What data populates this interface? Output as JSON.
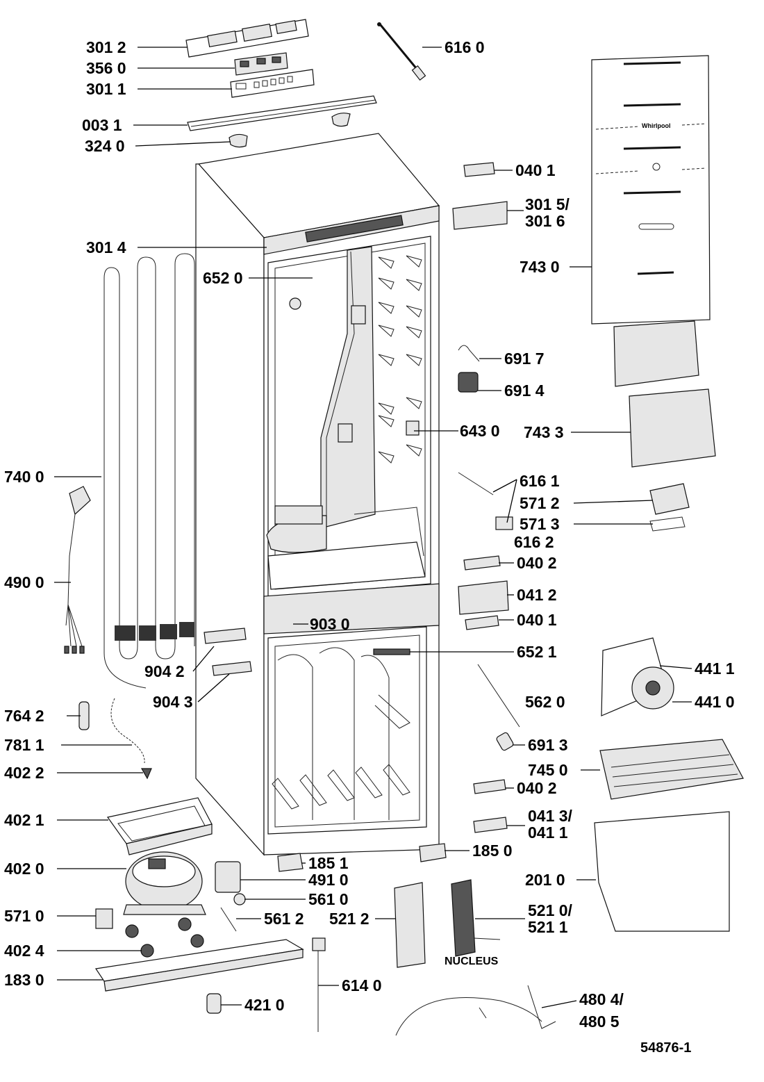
{
  "diagram": {
    "labels": [
      {
        "id": "3012",
        "text": "301 2"
      },
      {
        "id": "3560",
        "text": "356 0"
      },
      {
        "id": "3011",
        "text": "301 1"
      },
      {
        "id": "0031",
        "text": "003 1"
      },
      {
        "id": "3240",
        "text": "324 0"
      },
      {
        "id": "6160",
        "text": "616 0"
      },
      {
        "id": "0401a",
        "text": "040 1"
      },
      {
        "id": "3015a",
        "text": "301 5/"
      },
      {
        "id": "3015b",
        "text": "301 6"
      },
      {
        "id": "3014",
        "text": "301 4"
      },
      {
        "id": "6520",
        "text": "652 0"
      },
      {
        "id": "7430",
        "text": "743 0"
      },
      {
        "id": "6917",
        "text": "691 7"
      },
      {
        "id": "6914",
        "text": "691 4"
      },
      {
        "id": "6430",
        "text": "643 0"
      },
      {
        "id": "7433",
        "text": "743 3"
      },
      {
        "id": "7400",
        "text": "740 0"
      },
      {
        "id": "6161",
        "text": "616 1"
      },
      {
        "id": "5712",
        "text": "571 2"
      },
      {
        "id": "5713",
        "text": "571 3"
      },
      {
        "id": "6162",
        "text": "616 2"
      },
      {
        "id": "0402a",
        "text": "040 2"
      },
      {
        "id": "4900",
        "text": "490 0"
      },
      {
        "id": "0412",
        "text": "041 2"
      },
      {
        "id": "9030",
        "text": "903 0"
      },
      {
        "id": "0401b",
        "text": "040 1"
      },
      {
        "id": "6521",
        "text": "652 1"
      },
      {
        "id": "9042",
        "text": "904 2"
      },
      {
        "id": "4411",
        "text": "441 1"
      },
      {
        "id": "9043",
        "text": "904 3"
      },
      {
        "id": "7642",
        "text": "764 2"
      },
      {
        "id": "5620",
        "text": "562 0"
      },
      {
        "id": "4410",
        "text": "441 0"
      },
      {
        "id": "7811",
        "text": "781 1"
      },
      {
        "id": "6913",
        "text": "691 3"
      },
      {
        "id": "4022",
        "text": "402 2"
      },
      {
        "id": "7450",
        "text": "745 0"
      },
      {
        "id": "0402b",
        "text": "040 2"
      },
      {
        "id": "4021",
        "text": "402 1"
      },
      {
        "id": "0413a",
        "text": "041 3/"
      },
      {
        "id": "0413b",
        "text": "041 1"
      },
      {
        "id": "1851",
        "text": "185 1"
      },
      {
        "id": "1850",
        "text": "185 0"
      },
      {
        "id": "4020",
        "text": "402 0"
      },
      {
        "id": "4910",
        "text": "491 0"
      },
      {
        "id": "2010",
        "text": "201 0"
      },
      {
        "id": "5610",
        "text": "561 0"
      },
      {
        "id": "5710",
        "text": "571 0"
      },
      {
        "id": "5612",
        "text": "561 2"
      },
      {
        "id": "5212",
        "text": "521 2"
      },
      {
        "id": "5210a",
        "text": "521 0/"
      },
      {
        "id": "5210b",
        "text": "521 1"
      },
      {
        "id": "4024",
        "text": "402 4"
      },
      {
        "id": "1830",
        "text": "183 0"
      },
      {
        "id": "6140",
        "text": "614 0"
      },
      {
        "id": "4210",
        "text": "421 0"
      },
      {
        "id": "4804a",
        "text": "480 4/"
      },
      {
        "id": "4804b",
        "text": "480 5"
      }
    ],
    "nucleus_label": "NUCLEUS",
    "drawing_number": "54876-1",
    "door_brand_text": "Whirlpool"
  }
}
